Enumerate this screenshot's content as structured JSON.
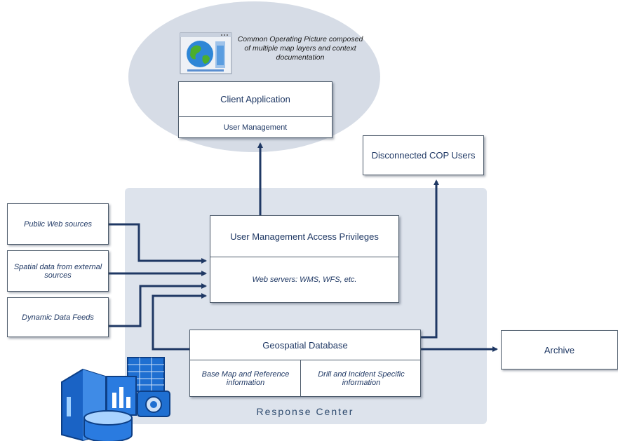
{
  "cop_caption": "Common Operating Picture composed of multiple map layers and context documentation",
  "client_app": {
    "title": "Client Application",
    "sub": "User Management"
  },
  "disconnected": "Disconnected COP Users",
  "sources": [
    "Public Web sources",
    "Spatial data from external sources",
    "Dynamic Data Feeds"
  ],
  "user_mgmt": {
    "title": "User Management Access Privileges",
    "sub": "Web servers: WMS, WFS, etc."
  },
  "geodb": {
    "title": "Geospatial Database",
    "left": "Base Map and Reference information",
    "right": "Drill and Incident Specific information"
  },
  "archive": "Archive",
  "response_center": "Response Center"
}
